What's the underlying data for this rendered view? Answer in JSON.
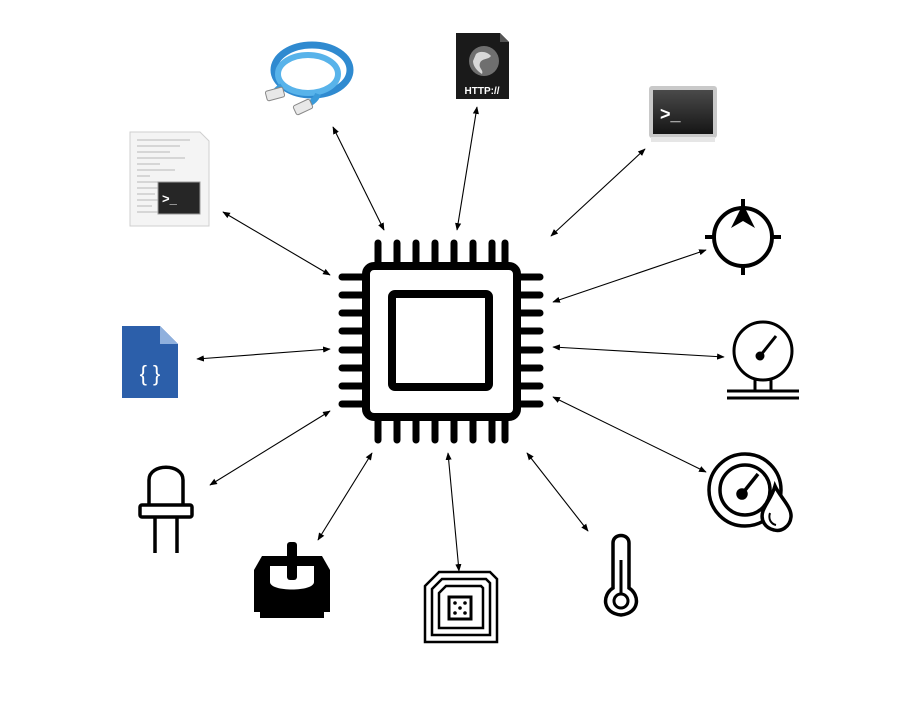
{
  "diagram": {
    "center": {
      "icon": "microchip-icon"
    },
    "nodes": [
      {
        "id": "ethernet",
        "icon": "ethernet-cable-icon"
      },
      {
        "id": "http",
        "icon": "http-file-icon",
        "label": "HTTP://"
      },
      {
        "id": "terminal",
        "icon": "terminal-icon",
        "label": ">_"
      },
      {
        "id": "script-file",
        "icon": "script-file-icon",
        "label": ">_"
      },
      {
        "id": "compass",
        "icon": "compass-icon"
      },
      {
        "id": "json-file",
        "icon": "json-file-icon",
        "label": "{ }"
      },
      {
        "id": "pressure-gauge",
        "icon": "pressure-gauge-icon"
      },
      {
        "id": "led",
        "icon": "led-icon"
      },
      {
        "id": "humidity-gauge",
        "icon": "humidity-gauge-icon"
      },
      {
        "id": "stepper-motor",
        "icon": "stepper-motor-icon"
      },
      {
        "id": "nfc-tag",
        "icon": "nfc-tag-icon"
      },
      {
        "id": "thermometer",
        "icon": "thermometer-icon"
      }
    ],
    "connection_style": "bidirectional-arrow",
    "colors": {
      "line": "#000000",
      "json_blue": "#2c5faa",
      "cable_blue": "#3a9ad9",
      "terminal_bg": "#2b2b2b"
    }
  }
}
